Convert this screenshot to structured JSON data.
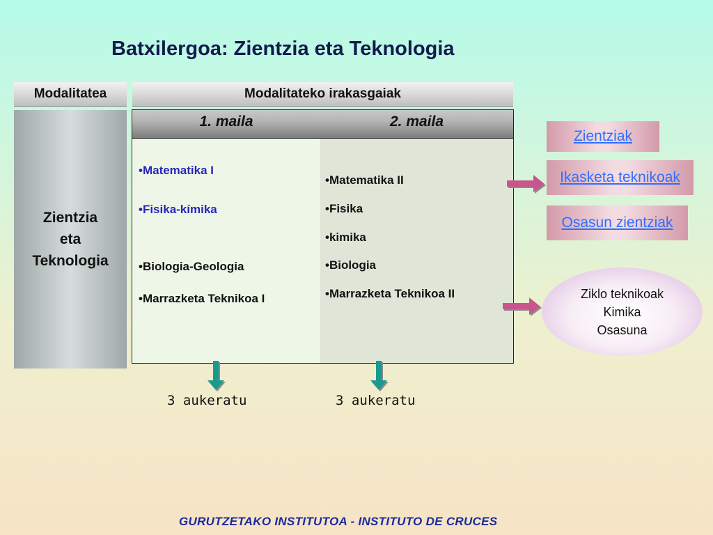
{
  "title": "Batxilergoa: Zientzia eta  Teknologia",
  "headers": {
    "modality": "Modalitatea",
    "subjects": "Modalitateko irakasgaiak"
  },
  "modality": {
    "line1": "Zientzia",
    "line2": "eta",
    "line3": "Teknologia"
  },
  "levels": [
    "1. maila",
    "2. maila"
  ],
  "level1_subjects": [
    "Matematika I",
    "Fisika-kímika",
    "Biologia-Geologia",
    "Marrazketa Teknikoa I"
  ],
  "level2_subjects": [
    "Matematika II",
    "Fisika",
    "kimika",
    "Biologia",
    "Marrazketa Teknikoa II"
  ],
  "university_options": [
    "Zientziak",
    "Ikasketa teknikoak",
    "Osasun zientziak"
  ],
  "vocational": {
    "line1": "Ziklo teknikoak",
    "line2": "Kimika",
    "line3": "Osasuna"
  },
  "choose": [
    "3 aukeratu",
    "3 aukeratu"
  ],
  "footer": "GURUTZETAKO INSTITUTOA - INSTITUTO DE CRUCES",
  "colors": {
    "arrow_pink": "#c9558c",
    "arrow_teal": "#1a9a8c",
    "link_blue": "#2e6fff",
    "footer_blue": "#1a2a9e"
  }
}
